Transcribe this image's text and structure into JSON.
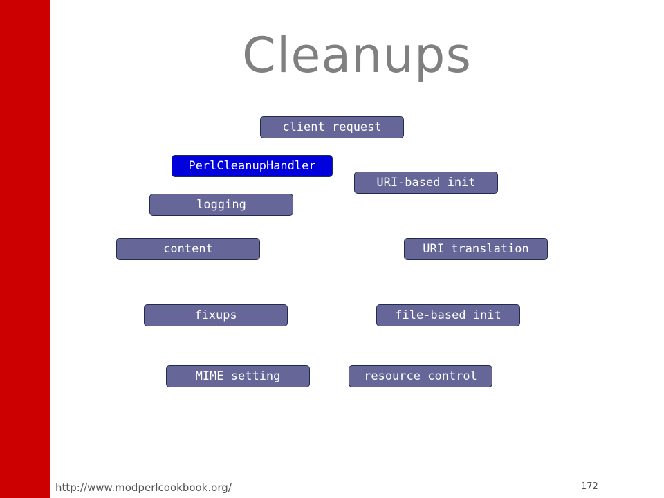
{
  "slide": {
    "title": "Cleanups",
    "footer_url": "http://www.modperlcookbook.org/",
    "page_number": "172"
  },
  "colors": {
    "side_bar": "#cc0000",
    "title": "#808080",
    "stage_fill": "#666699",
    "active_stage_fill": "#0000dd"
  },
  "diagram": {
    "stages": [
      {
        "label": "client request",
        "active": false
      },
      {
        "label": "PerlCleanupHandler",
        "active": true
      },
      {
        "label": "URI-based init",
        "active": false
      },
      {
        "label": "logging",
        "active": false
      },
      {
        "label": "content",
        "active": false
      },
      {
        "label": "URI translation",
        "active": false
      },
      {
        "label": "fixups",
        "active": false
      },
      {
        "label": "file-based init",
        "active": false
      },
      {
        "label": "MIME setting",
        "active": false
      },
      {
        "label": "resource control",
        "active": false
      }
    ]
  }
}
